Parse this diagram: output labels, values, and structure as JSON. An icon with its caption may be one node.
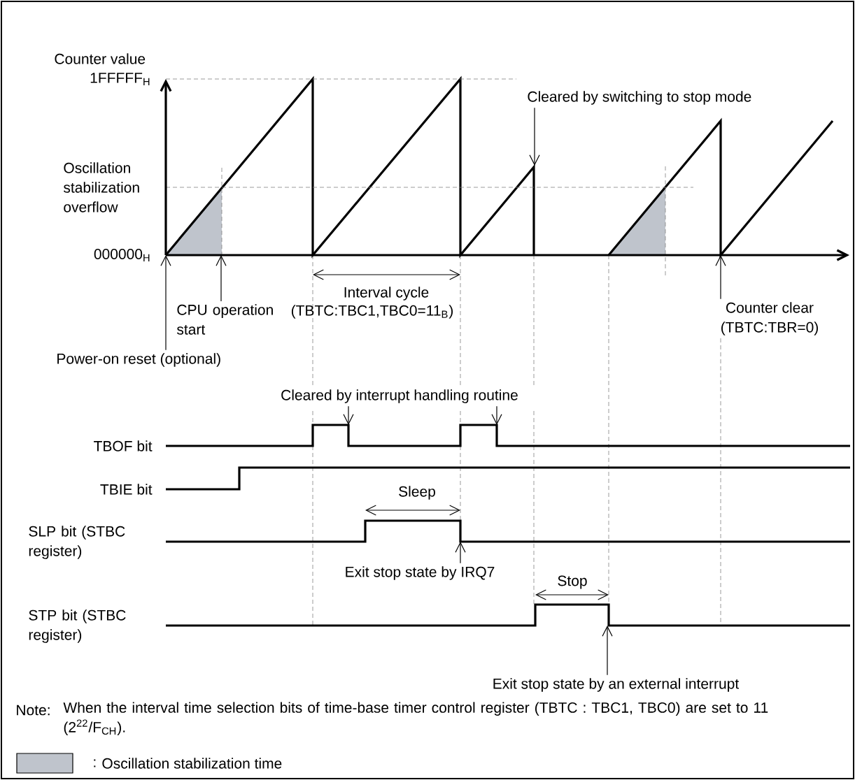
{
  "diagram": {
    "nodes": [
      {
        "text": [
          "Cleared by switching to stop mode"
        ]
      },
      {
        "text": [
          "CPU operation start"
        ]
      },
      {
        "text": [
          "Counter clear",
          "(TBTC:TBR=0)"
        ]
      },
      {
        "text": [
          "Power-on reset (optional)"
        ]
      },
      {
        "text": [
          "Cleared by interrupt handling routine"
        ]
      },
      {
        "text": [
          "Exit stop state by IRQ7"
        ]
      },
      {
        "text": [
          "Exit stop state by an external interrupt"
        ]
      }
    ],
    "edges": [
      {
        "from": 0,
        "to": null,
        "arrow": "to"
      },
      {
        "from": 1,
        "to": null,
        "arrow": "to"
      },
      {
        "from": 2,
        "to": null,
        "arrow": "to"
      },
      {
        "from": 3,
        "to": null,
        "arrow": "to"
      },
      {
        "from": 4,
        "to": null,
        "arrow": "to"
      },
      {
        "from": 4,
        "to": null,
        "arrow": "to"
      },
      {
        "from": 5,
        "to": null,
        "arrow": "to"
      },
      {
        "from": 6,
        "to": null,
        "arrow": "to"
      }
    ],
    "labels": [
      "Counter value",
      "1FFFFF$_{H}$",
      "Oscillation stabilization overflow",
      "000000$_{H}$",
      "Interval cycle",
      "(TBTC:TBC1,TBC0=11$_{B}$)",
      "TBOF bit",
      "TBIE bit",
      "Sleep",
      "SLP bit (STBC register)",
      "Stop",
      "STP bit (STBC register)",
      "Note:",
      "When the interval time selection bits of time-base timer control register (TBTC : TBC1, TBC0) are set to 11 (2$^{22}$/F$_{CH}$).",
      ":"
    ],
    "legend": [
      {
        "text": "Oscillation stabilization time",
        "color": "#bfc4cc"
      }
    ]
  }
}
